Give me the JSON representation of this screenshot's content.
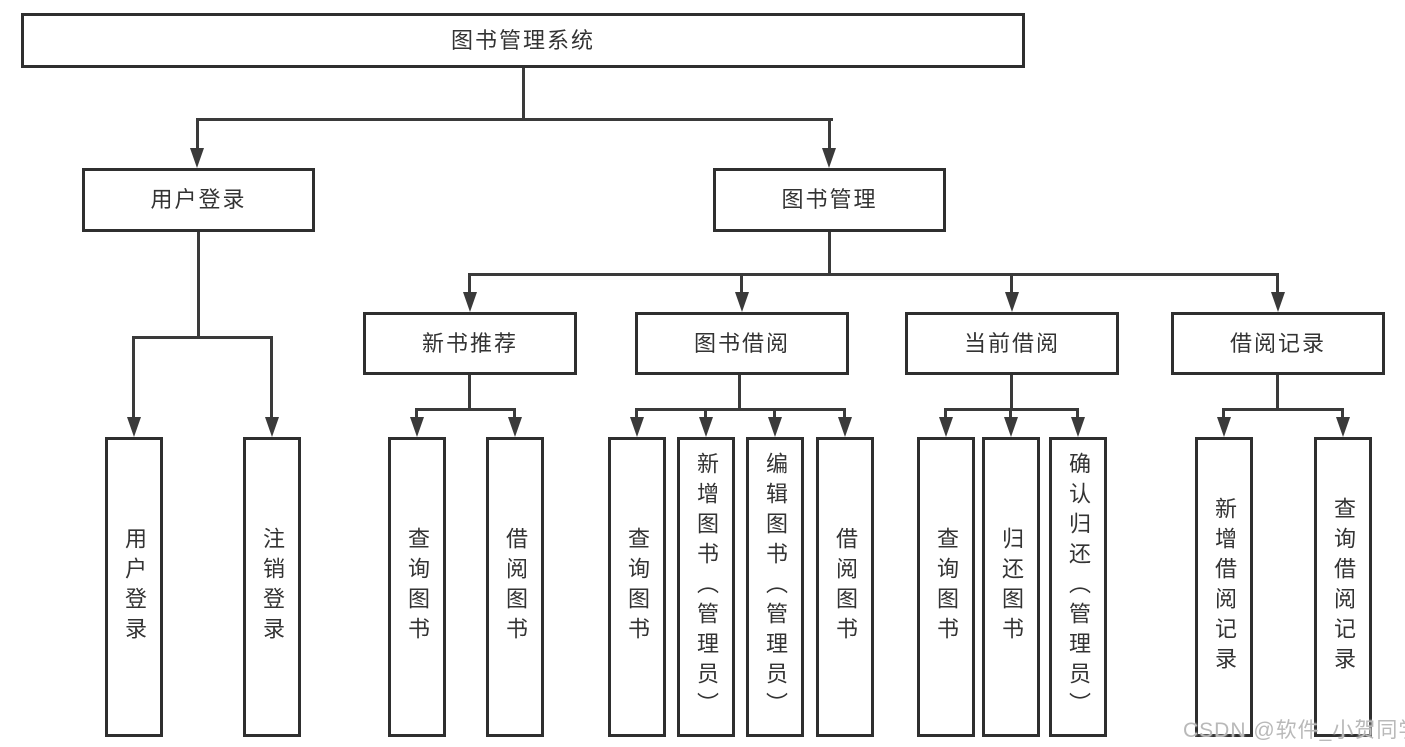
{
  "diagram": {
    "title": "图书管理系统",
    "colors": {
      "line": "#3a3a3a",
      "box_border": "#2f2f2f",
      "box_fill": "#ffffff",
      "text": "#333333",
      "watermark": "#b9b9b9"
    },
    "tree": {
      "root": {
        "label": "图书管理系统"
      },
      "level2": [
        {
          "label": "用户登录"
        },
        {
          "label": "图书管理"
        }
      ],
      "level3": [
        {
          "label": "新书推荐"
        },
        {
          "label": "图书借阅"
        },
        {
          "label": "当前借阅"
        },
        {
          "label": "借阅记录"
        }
      ],
      "leaves": {
        "user_login": [
          "用户登录",
          "注销登录"
        ],
        "new_book_recommend": [
          "查询图书",
          "借阅图书"
        ],
        "book_borrow": [
          "查询图书",
          "新增图书（管理员）",
          "编辑图书（管理员）",
          "借阅图书"
        ],
        "current_borrow": [
          "查询图书",
          "归还图书",
          "确认归还（管理员）"
        ],
        "borrow_records": [
          "新增借阅记录",
          "查询借阅记录"
        ]
      }
    },
    "watermark": {
      "text": "CSDN @软件_小贺同学"
    }
  }
}
